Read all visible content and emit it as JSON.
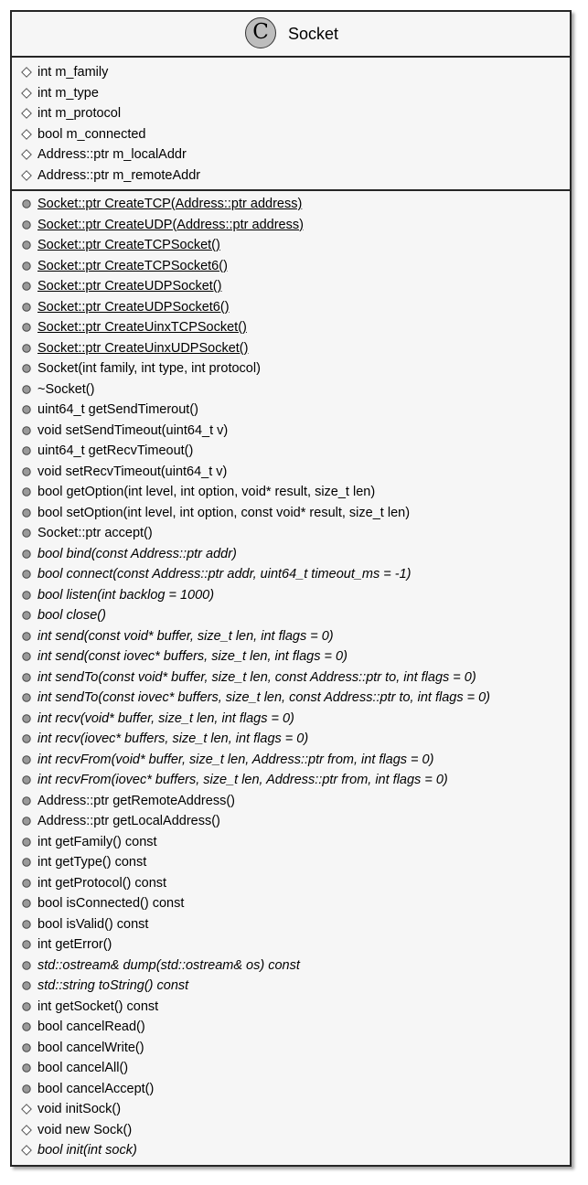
{
  "class": {
    "stereotype": "C",
    "name": "Socket"
  },
  "fields": [
    {
      "text": "int m_family",
      "visibility": "private"
    },
    {
      "text": "int m_type",
      "visibility": "private"
    },
    {
      "text": "int m_protocol",
      "visibility": "private"
    },
    {
      "text": "bool m_connected",
      "visibility": "private"
    },
    {
      "text": "Address::ptr m_localAddr",
      "visibility": "private"
    },
    {
      "text": "Address::ptr m_remoteAddr",
      "visibility": "private"
    }
  ],
  "methods": [
    {
      "text": "Socket::ptr CreateTCP(Address::ptr address)",
      "visibility": "public",
      "static": true,
      "abstract": false
    },
    {
      "text": "Socket::ptr CreateUDP(Address::ptr address)",
      "visibility": "public",
      "static": true,
      "abstract": false
    },
    {
      "text": "Socket::ptr CreateTCPSocket()",
      "visibility": "public",
      "static": true,
      "abstract": false
    },
    {
      "text": "Socket::ptr CreateTCPSocket6()",
      "visibility": "public",
      "static": true,
      "abstract": false
    },
    {
      "text": "Socket::ptr CreateUDPSocket()",
      "visibility": "public",
      "static": true,
      "abstract": false
    },
    {
      "text": "Socket::ptr CreateUDPSocket6()",
      "visibility": "public",
      "static": true,
      "abstract": false
    },
    {
      "text": "Socket::ptr CreateUinxTCPSocket()",
      "visibility": "public",
      "static": true,
      "abstract": false
    },
    {
      "text": "Socket::ptr CreateUinxUDPSocket()",
      "visibility": "public",
      "static": true,
      "abstract": false
    },
    {
      "text": "Socket(int family, int type, int protocol)",
      "visibility": "public",
      "static": false,
      "abstract": false
    },
    {
      "text": "~Socket()",
      "visibility": "public",
      "static": false,
      "abstract": false
    },
    {
      "text": "uint64_t getSendTimerout()",
      "visibility": "public",
      "static": false,
      "abstract": false
    },
    {
      "text": "void setSendTimeout(uint64_t v)",
      "visibility": "public",
      "static": false,
      "abstract": false
    },
    {
      "text": "uint64_t getRecvTimeout()",
      "visibility": "public",
      "static": false,
      "abstract": false
    },
    {
      "text": "void setRecvTimeout(uint64_t v)",
      "visibility": "public",
      "static": false,
      "abstract": false
    },
    {
      "text": "bool getOption(int level, int option, void* result, size_t len)",
      "visibility": "public",
      "static": false,
      "abstract": false
    },
    {
      "text": "bool setOption(int level, int option, const void* result, size_t len)",
      "visibility": "public",
      "static": false,
      "abstract": false
    },
    {
      "text": "Socket::ptr accept()",
      "visibility": "public",
      "static": false,
      "abstract": false
    },
    {
      "text": "bool bind(const Address::ptr addr)",
      "visibility": "public",
      "static": false,
      "abstract": true
    },
    {
      "text": "bool connect(const Address::ptr addr, uint64_t timeout_ms = -1)",
      "visibility": "public",
      "static": false,
      "abstract": true
    },
    {
      "text": "bool listen(int backlog = 1000)",
      "visibility": "public",
      "static": false,
      "abstract": true
    },
    {
      "text": "bool close()",
      "visibility": "public",
      "static": false,
      "abstract": true
    },
    {
      "text": "int send(const void* buffer, size_t len, int flags = 0)",
      "visibility": "public",
      "static": false,
      "abstract": true
    },
    {
      "text": "int send(const iovec* buffers, size_t len, int flags = 0)",
      "visibility": "public",
      "static": false,
      "abstract": true
    },
    {
      "text": "int sendTo(const void* buffer, size_t len, const Address::ptr to, int flags = 0)",
      "visibility": "public",
      "static": false,
      "abstract": true
    },
    {
      "text": "int sendTo(const iovec* buffers, size_t len, const Address::ptr to, int flags = 0)",
      "visibility": "public",
      "static": false,
      "abstract": true
    },
    {
      "text": "int recv(void* buffer, size_t len, int flags = 0)",
      "visibility": "public",
      "static": false,
      "abstract": true
    },
    {
      "text": "int recv(iovec* buffers, size_t len, int flags = 0)",
      "visibility": "public",
      "static": false,
      "abstract": true
    },
    {
      "text": "int recvFrom(void* buffer, size_t len, Address::ptr from, int flags = 0)",
      "visibility": "public",
      "static": false,
      "abstract": true
    },
    {
      "text": "int recvFrom(iovec* buffers, size_t len, Address::ptr from, int flags = 0)",
      "visibility": "public",
      "static": false,
      "abstract": true
    },
    {
      "text": "Address::ptr getRemoteAddress()",
      "visibility": "public",
      "static": false,
      "abstract": false
    },
    {
      "text": "Address::ptr getLocalAddress()",
      "visibility": "public",
      "static": false,
      "abstract": false
    },
    {
      "text": "int getFamily() const",
      "visibility": "public",
      "static": false,
      "abstract": false
    },
    {
      "text": "int getType() const",
      "visibility": "public",
      "static": false,
      "abstract": false
    },
    {
      "text": "int getProtocol() const",
      "visibility": "public",
      "static": false,
      "abstract": false
    },
    {
      "text": "bool isConnected() const",
      "visibility": "public",
      "static": false,
      "abstract": false
    },
    {
      "text": "bool isValid() const",
      "visibility": "public",
      "static": false,
      "abstract": false
    },
    {
      "text": "int getError()",
      "visibility": "public",
      "static": false,
      "abstract": false
    },
    {
      "text": "std::ostream& dump(std::ostream& os) const",
      "visibility": "public",
      "static": false,
      "abstract": true
    },
    {
      "text": "std::string toString() const",
      "visibility": "public",
      "static": false,
      "abstract": true
    },
    {
      "text": "int getSocket() const",
      "visibility": "public",
      "static": false,
      "abstract": false
    },
    {
      "text": "bool cancelRead()",
      "visibility": "public",
      "static": false,
      "abstract": false
    },
    {
      "text": "bool cancelWrite()",
      "visibility": "public",
      "static": false,
      "abstract": false
    },
    {
      "text": "bool cancelAll()",
      "visibility": "public",
      "static": false,
      "abstract": false
    },
    {
      "text": "bool cancelAccept()",
      "visibility": "public",
      "static": false,
      "abstract": false
    },
    {
      "text": "void initSock()",
      "visibility": "private",
      "static": false,
      "abstract": false
    },
    {
      "text": "void new Sock()",
      "visibility": "private",
      "static": false,
      "abstract": false
    },
    {
      "text": "bool init(int sock)",
      "visibility": "private",
      "static": false,
      "abstract": true
    }
  ],
  "colors": {
    "class_fill": "#f6f6f6",
    "border": "#262626",
    "stereotype_circle": "#bdbdbd",
    "public_marker": "#9a9a9a"
  },
  "icons": {
    "public": "filled-circle-icon",
    "private": "hollow-diamond-icon"
  }
}
